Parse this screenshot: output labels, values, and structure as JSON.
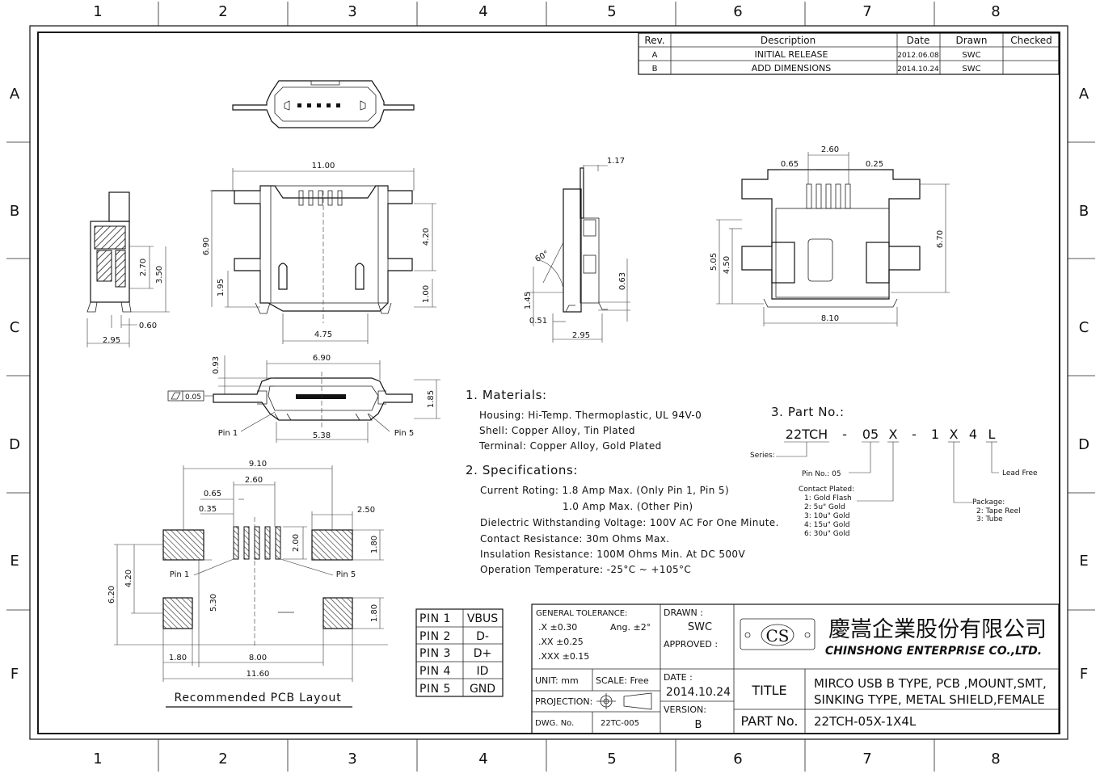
{
  "grid": {
    "columns": [
      "1",
      "2",
      "3",
      "4",
      "5",
      "6",
      "7",
      "8"
    ],
    "rows": [
      "A",
      "B",
      "C",
      "D",
      "E",
      "F"
    ]
  },
  "revision_table": {
    "headers": [
      "Rev.",
      "Description",
      "Date",
      "Drawn",
      "Checked"
    ],
    "rows": [
      [
        "A",
        "INITIAL RELEASE",
        "2012.06.08",
        "SWC",
        ""
      ],
      [
        "B",
        "ADD DIMENSIONS",
        "2014.10.24",
        "SWC",
        ""
      ]
    ]
  },
  "dimensions": {
    "front_width": "11.00",
    "front_height": "6.90",
    "front_right_height": "4.20",
    "front_low": "1.95",
    "front_bottom_right": "1.00",
    "front_bottom_width": "4.75",
    "side_270": "2.70",
    "side_350": "3.50",
    "side_060": "0.60",
    "side_295": "2.95",
    "rside_117": "1.17",
    "rside_angle": "60°",
    "rside_063": "0.63",
    "rside_145": "1.45",
    "rside_051": "0.51",
    "rside_295": "2.95",
    "top_260": "2.60",
    "top_065": "0.65",
    "top_025": "0.25",
    "top_670": "6.70",
    "top_505": "5.05",
    "top_450": "4.50",
    "top_810": "8.10",
    "mid_690": "6.90",
    "mid_093": "0.93",
    "mid_flatness": "0.05",
    "mid_185": "1.85",
    "mid_538": "5.38",
    "mid_pin1": "Pin 1",
    "mid_pin5": "Pin 5",
    "pcb_910": "9.10",
    "pcb_065": "0.65",
    "pcb_260": "2.60",
    "pcb_035": "0.35",
    "pcb_250": "2.50",
    "pcb_200": "2.00",
    "pcb_180a": "1.80",
    "pcb_180b": "1.80",
    "pcb_420": "4.20",
    "pcb_620": "6.20",
    "pcb_530": "5.30",
    "pcb_180c": "1.80",
    "pcb_800": "8.00",
    "pcb_1160": "11.60",
    "pcb_pin1": "Pin 1",
    "pcb_pin5": "Pin 5",
    "pcb_title": "Recommended PCB Layout"
  },
  "notes": {
    "materials_title": "1.  Materials:",
    "materials": [
      "Housing: Hi-Temp. Thermoplastic, UL 94V-0",
      "Shell: Copper Alloy, Tin Plated",
      "Terminal: Copper Alloy, Gold Plated"
    ],
    "specs_title": "2.  Specifications:",
    "specs": [
      "Current Roting: 1.8 Amp Max. (Only Pin 1, Pin 5)",
      "1.0 Amp Max. (Other Pin)",
      "Dielectric Withstanding Voltage: 100V AC For One Minute.",
      "Contact Resistance: 30m Ohms Max.",
      "Insulation Resistance: 100M Ohms Min. At DC 500V",
      "Operation Temperature: -25°C ~ +105°C"
    ]
  },
  "part_no": {
    "title": "3.  Part No.:",
    "code_parts": [
      "22TCH",
      "-",
      "05",
      "X",
      "-",
      "1",
      "X",
      "4",
      "L"
    ],
    "series_label": "Series:",
    "pin_no_label": "Pin No.: 05",
    "lead_free_label": "Lead Free",
    "contact_plated_title": "Contact Plated:",
    "contact_plated": [
      "1: Gold Flash",
      "2: 5u\" Gold",
      "3: 10u\" Gold",
      "4: 15u\" Gold",
      "6: 30u\" Gold"
    ],
    "package_title": "Package:",
    "package": [
      "2: Tape Reel",
      "3: Tube"
    ]
  },
  "pin_table": [
    [
      "PIN 1",
      "VBUS"
    ],
    [
      "PIN 2",
      "D-"
    ],
    [
      "PIN 3",
      "D+"
    ],
    [
      "PIN 4",
      "ID"
    ],
    [
      "PIN 5",
      "GND"
    ]
  ],
  "title_block": {
    "general_tolerance": "GENERAL TOLERANCE:",
    "tol_x": ".X ±0.30",
    "tol_ang": "Ang. ±2°",
    "tol_xx": ".XX ±0.25",
    "tol_xxx": ".XXX ±0.15",
    "unit": "UNIT: mm",
    "scale": "SCALE: Free",
    "projection": "PROJECTION:",
    "dwg_label": "DWG. No.",
    "dwg_no": "22TC-005",
    "drawn_label": "DRAWN :",
    "drawn": "SWC",
    "approved_label": "APPROVED :",
    "date_label": "DATE :",
    "date": "2014.10.24",
    "version_label": "VERSION:",
    "version": "B",
    "logo_mark": "CS",
    "company_cn": "慶嵩企業股份有限公司",
    "company_en": "CHINSHONG ENTERPRISE CO.,LTD.",
    "title_label": "TITLE",
    "title_line1": "MIRCO USB B TYPE, PCB ,MOUNT,SMT,",
    "title_line2": "SINKING TYPE, METAL SHIELD,FEMALE",
    "part_label": "PART No.",
    "part_no": "22TCH-05X-1X4L"
  }
}
